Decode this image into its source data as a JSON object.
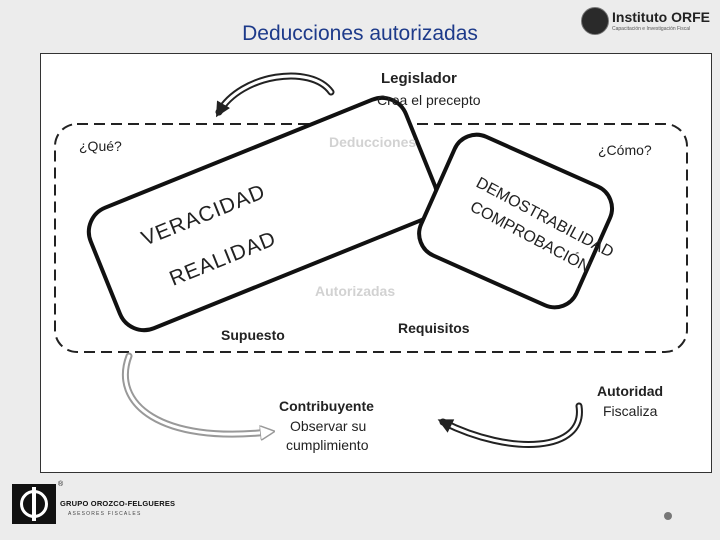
{
  "title": "Deducciones autorizadas",
  "header_logo": {
    "name": "Instituto ORFE",
    "tagline": "Capacitación e Investigación Fiscal"
  },
  "diagram": {
    "legislador": {
      "title": "Legislador",
      "subtitle": "Crea el precepto"
    },
    "que": "¿Qué?",
    "como": "¿Cómo?",
    "deducciones": "Deducciones",
    "autorizadas": "Autorizadas",
    "left_card": {
      "line1": "VERACIDAD",
      "line2": "REALIDAD"
    },
    "right_card": {
      "line1": "DEMOSTRABILIDAD",
      "line2": "COMPROBACIÓN"
    },
    "supuesto": "Supuesto",
    "requisitos": "Requisitos",
    "contribuyente": {
      "title": "Contribuyente",
      "line1": "Observar su",
      "line2": "cumplimiento"
    },
    "autoridad": {
      "title": "Autoridad",
      "subtitle": "Fiscaliza"
    }
  },
  "footer_logo": {
    "name": "GRUPO OROZCO-FELGUERES",
    "sub": "ASESORES FISCALES",
    "reg": "®"
  },
  "colors": {
    "title": "#1d3a8a",
    "ink": "#222222",
    "faint": "#d2d2d2",
    "background": "#ececec"
  }
}
